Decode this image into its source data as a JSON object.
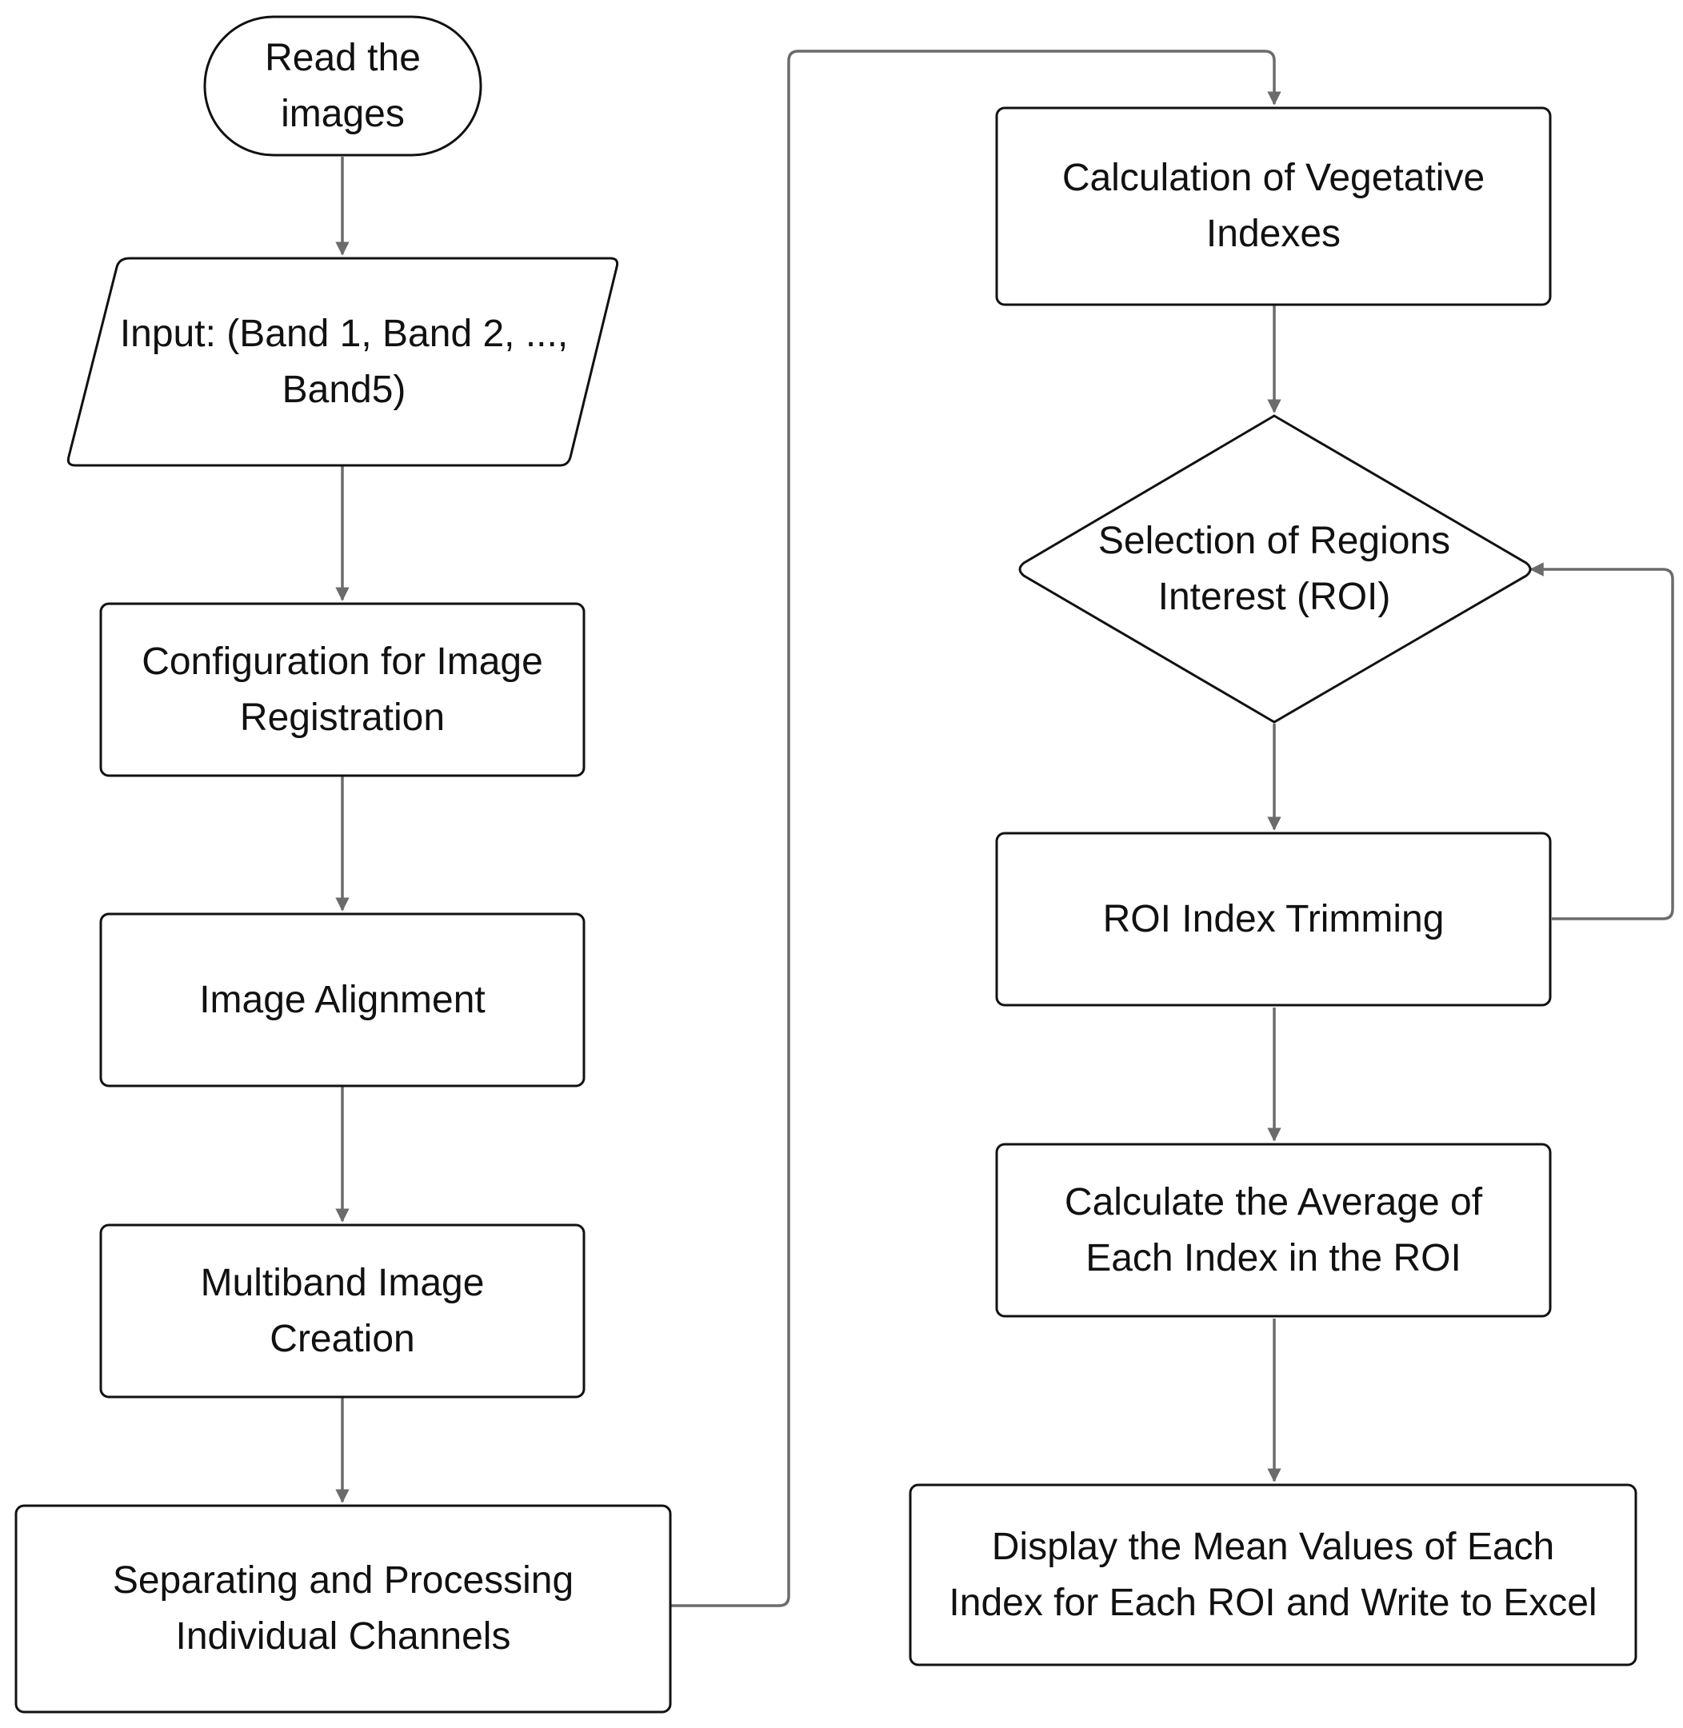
{
  "diagram": {
    "nodes": [
      {
        "id": "read",
        "shape": "terminator",
        "text": "Read the\nimages"
      },
      {
        "id": "input",
        "shape": "parallelogram",
        "text": "Input: (Band 1, Band 2, ...,\nBand5)"
      },
      {
        "id": "config",
        "shape": "process",
        "text": "Configuration for Image\nRegistration"
      },
      {
        "id": "align",
        "shape": "process",
        "text": "Image Alignment"
      },
      {
        "id": "multiband",
        "shape": "process",
        "text": "Multiband Image\nCreation"
      },
      {
        "id": "separate",
        "shape": "process",
        "text": "Separating and Processing\nIndividual Channels"
      },
      {
        "id": "calc_veg",
        "shape": "process",
        "text": "Calculation of Vegetative\nIndexes"
      },
      {
        "id": "select_roi",
        "shape": "decision",
        "text": "Selection of Regions\nInterest (ROI)"
      },
      {
        "id": "trim",
        "shape": "process",
        "text": "ROI Index Trimming"
      },
      {
        "id": "average",
        "shape": "process",
        "text": "Calculate the Average of\nEach Index in the ROI"
      },
      {
        "id": "display",
        "shape": "process",
        "text": "Display the Mean Values of Each\nIndex for Each ROI and Write to Excel"
      }
    ],
    "edges": [
      {
        "from": "read",
        "to": "input"
      },
      {
        "from": "input",
        "to": "config"
      },
      {
        "from": "config",
        "to": "align"
      },
      {
        "from": "align",
        "to": "multiband"
      },
      {
        "from": "multiband",
        "to": "separate"
      },
      {
        "from": "separate",
        "to": "calc_veg"
      },
      {
        "from": "calc_veg",
        "to": "select_roi"
      },
      {
        "from": "select_roi",
        "to": "trim"
      },
      {
        "from": "trim",
        "to": "select_roi"
      },
      {
        "from": "trim",
        "to": "average"
      },
      {
        "from": "average",
        "to": "display"
      }
    ],
    "colors": {
      "stroke": "#111111",
      "connector": "#6b6b6b",
      "fill": "#ffffff",
      "text": "#111111"
    }
  }
}
